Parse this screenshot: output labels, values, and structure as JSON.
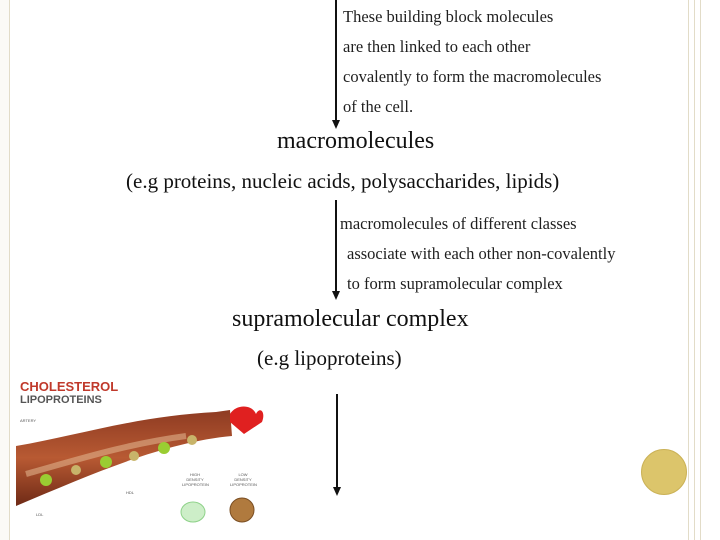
{
  "step1": {
    "lines": [
      "These building block molecules",
      "are then linked to each other",
      "covalently to form the macromolecules",
      "of the cell."
    ]
  },
  "macromolecules": {
    "title": "macromolecules",
    "examples": "(e.g proteins, nucleic acids, polysaccharides, lipids)"
  },
  "step2": {
    "lines": [
      "macromolecules of different classes",
      "associate with each other non-covalently",
      "to form supramolecular complex"
    ]
  },
  "supramolecular": {
    "title": "supramolecular complex",
    "example": "(e.g lipoproteins)"
  },
  "illustration": {
    "title": "CHOLESTEROL",
    "subtitle": "LIPOPROTEINS",
    "artery_label": "ARTERY",
    "hdl_label": "HIGH DENSITY LIPOPROTEIN",
    "ldl_label": "LOW DENSITY LIPOPROTEIN",
    "hdl_short": "HDL",
    "ldl_short": "LDL"
  },
  "colors": {
    "text": "#1f1f1f",
    "accent_circle": "#dcc56b",
    "frame": "#e2dcc8",
    "arrow": "#111111"
  }
}
